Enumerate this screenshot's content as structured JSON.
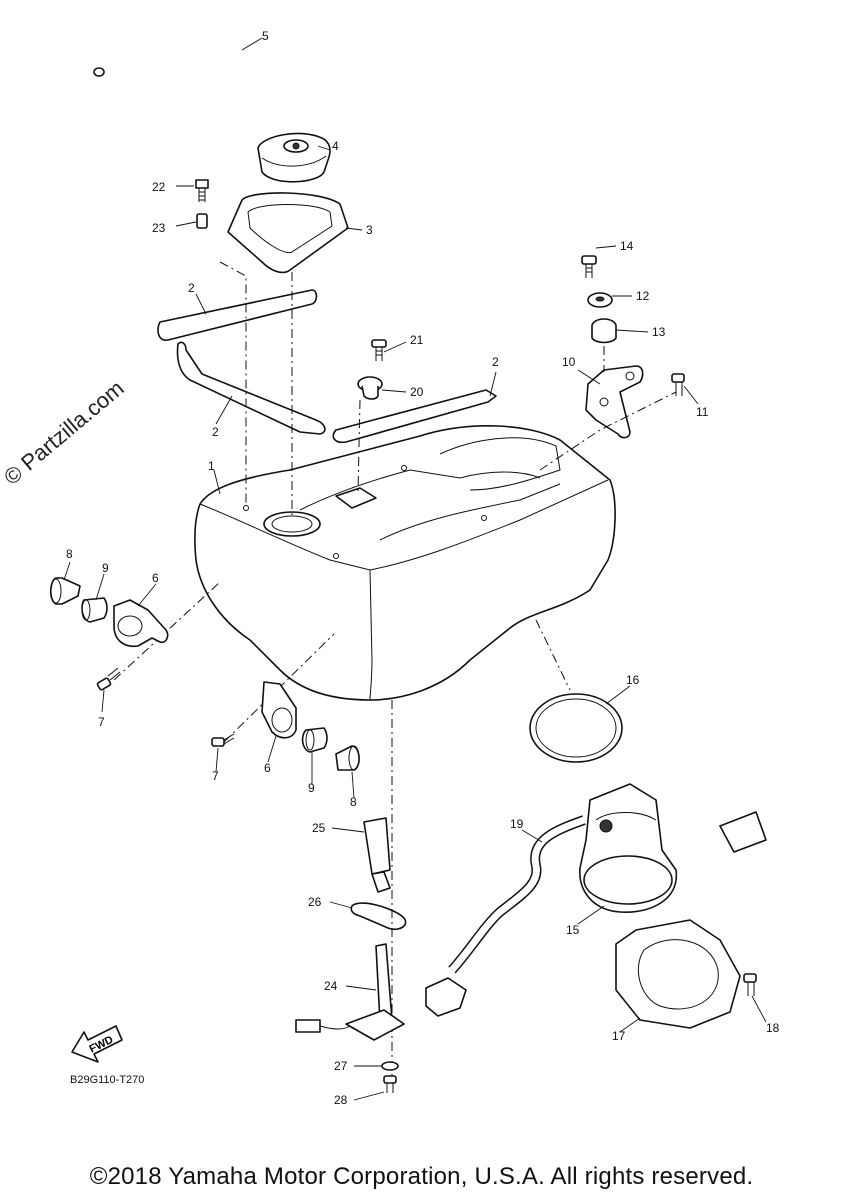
{
  "watermark": "© Partzilla.com",
  "diagram_code": "B29G110-T270",
  "fwd_label": "FWD",
  "copyright": "©2018 Yamaha Motor Corporation, U.S.A. All rights reserved.",
  "callouts": {
    "c1": "1",
    "c2a": "2",
    "c2b": "2",
    "c2c": "2",
    "c3": "3",
    "c4": "4",
    "c5": "5",
    "c6a": "6",
    "c6b": "6",
    "c7a": "7",
    "c7b": "7",
    "c8a": "8",
    "c8b": "8",
    "c9a": "9",
    "c9b": "9",
    "c10": "10",
    "c11": "11",
    "c12": "12",
    "c13": "13",
    "c14": "14",
    "c15": "15",
    "c16": "16",
    "c17": "17",
    "c18": "18",
    "c19": "19",
    "c20": "20",
    "c21": "21",
    "c22": "22",
    "c23": "23",
    "c24": "24",
    "c25": "25",
    "c26": "26",
    "c27": "27",
    "c28": "28"
  }
}
